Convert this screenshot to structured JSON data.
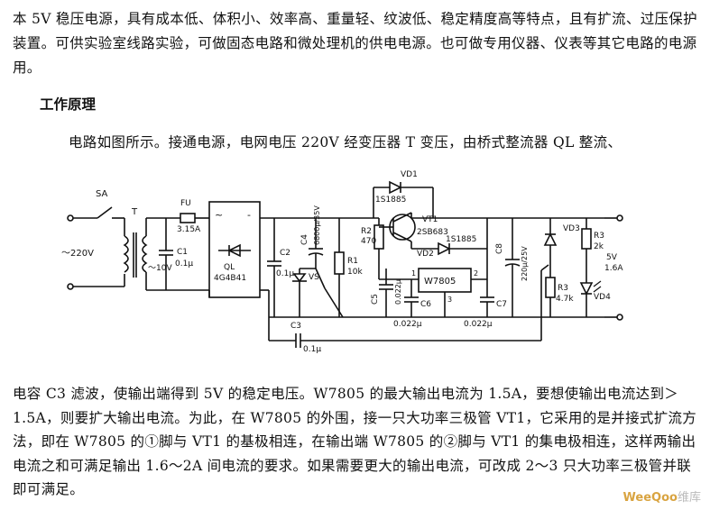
{
  "intro_text": "本 5V 稳压电源，具有成本低、体积小、效率高、重量轻、纹波低、稳定精度高等特点，且有扩流、过压保护装置。可供实验室线路实验，可做固态电路和微处理机的供电电源。也可做专用仪器、仪表等其它电路的电源用。",
  "section_heading": "工作原理",
  "principle_text_1": "电路如图所示。接通电源，电网电压 220V 经变压器 T 变压，由桥式整流器 QL 整流、",
  "principle_text_2": "电容 C3 滤波，使输出端得到 5V 的稳定电压。W7805 的最大输出电流为 1.5A，要想使输出电流达到＞1.5A，则要扩大输出电流。为此，在 W7805 的外围，接一只大功率三极管 VT1，它采用的是并接式扩流方法，即在 W7805 的①脚与 VT1 的基极相连，在输出端 W7805 的②脚与 VT1 的集电极相连，这样两输出电流之和可满足输出 1.6～2A 间电流的要求。如果需要更大的输出电流，可改成 2～3 只大功率三极管并联即可满足。",
  "circuit": {
    "sa": "SA",
    "t": "T",
    "mains": "～220V",
    "sec_v": "～10V",
    "fu": "FU",
    "fu_val": "3.15A",
    "c1": "C1",
    "c1_val": "0.1μ",
    "ql": "QL",
    "ql_val": "4G4B41",
    "c2": "C2",
    "c2_val": "0.1μ",
    "c4": "C4",
    "c4_val": "6800μ/35V",
    "vs": "VS",
    "r1": "R1",
    "r1_val": "10k",
    "r2": "R2",
    "r2_val": "470",
    "vd1": "VD1",
    "vd1_val": "1S1885",
    "vt1": "VT1",
    "vt1_val": "2SB683",
    "vd2": "VD2",
    "vd2_val": "1S1885",
    "reg": "W7805",
    "pin1": "1",
    "pin2": "2",
    "pin3": "3",
    "c5": "C5",
    "c5_val": "0.022μ",
    "c6": "C6",
    "c6_val": "0.022μ",
    "c7": "C7",
    "c7_val": "0.022μ",
    "c8": "C8",
    "c8_val": "220μ/25V",
    "c3": "C3",
    "c3_val": "0.1μ",
    "vd3": "VD3",
    "r3a": "R3",
    "r3a_val": "2k",
    "r3b": "R3",
    "r3b_val": "4.7k",
    "vd4": "VD4",
    "out_v": "5V",
    "out_a": "1.6A"
  },
  "watermark": {
    "part1": "WeeQoo",
    "part2": "维库"
  }
}
